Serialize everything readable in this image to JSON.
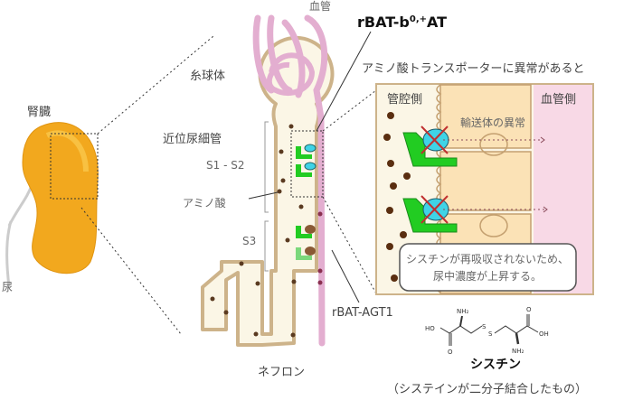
{
  "labels": {
    "kidney": "腎臓",
    "urine": "尿",
    "blood_vessel": "血管",
    "glomerulus": "糸球体",
    "proximal_tubule": "近位尿細管",
    "segment_s1_s2": "S1 - S2",
    "segment_s3": "S3",
    "amino_acid": "アミノ酸",
    "nephron": "ネフロン",
    "transporter_1": "rBAT-b",
    "transporter_1_sup": "0,+",
    "transporter_1_end": "AT",
    "transporter_2": "rBAT-AGT1"
  },
  "detail": {
    "title": "アミノ酸トランスポーターに異常があると",
    "lumen_side": "管腔側",
    "blood_side": "血管側",
    "transporter_defect": "輸送体の異常",
    "note_line1": "シスチンが再吸収されないため、",
    "note_line2": "尿中濃度が上昇する。"
  },
  "molecule": {
    "name": "シスチン",
    "caption": "（システインが二分子結合したもの）",
    "atoms": {
      "nh2_top": "NH₂",
      "nh2_bottom": "NH₂",
      "ho": "HO",
      "oh": "OH",
      "o_left": "O",
      "o_right": "O",
      "s1": "S",
      "s2": "S"
    }
  },
  "colors": {
    "kidney": "#f2a81e",
    "vessel": "#e3aed0",
    "tubule_fill": "#fbf6e6",
    "tubule_line": "#cdb38a",
    "transporter_green": "#22cc22",
    "transporter_cyan": "#3fd3e6",
    "transporter_brown": "#8a5a35",
    "cell": "#fbe2b6",
    "blood_area": "#f8d9e6"
  }
}
